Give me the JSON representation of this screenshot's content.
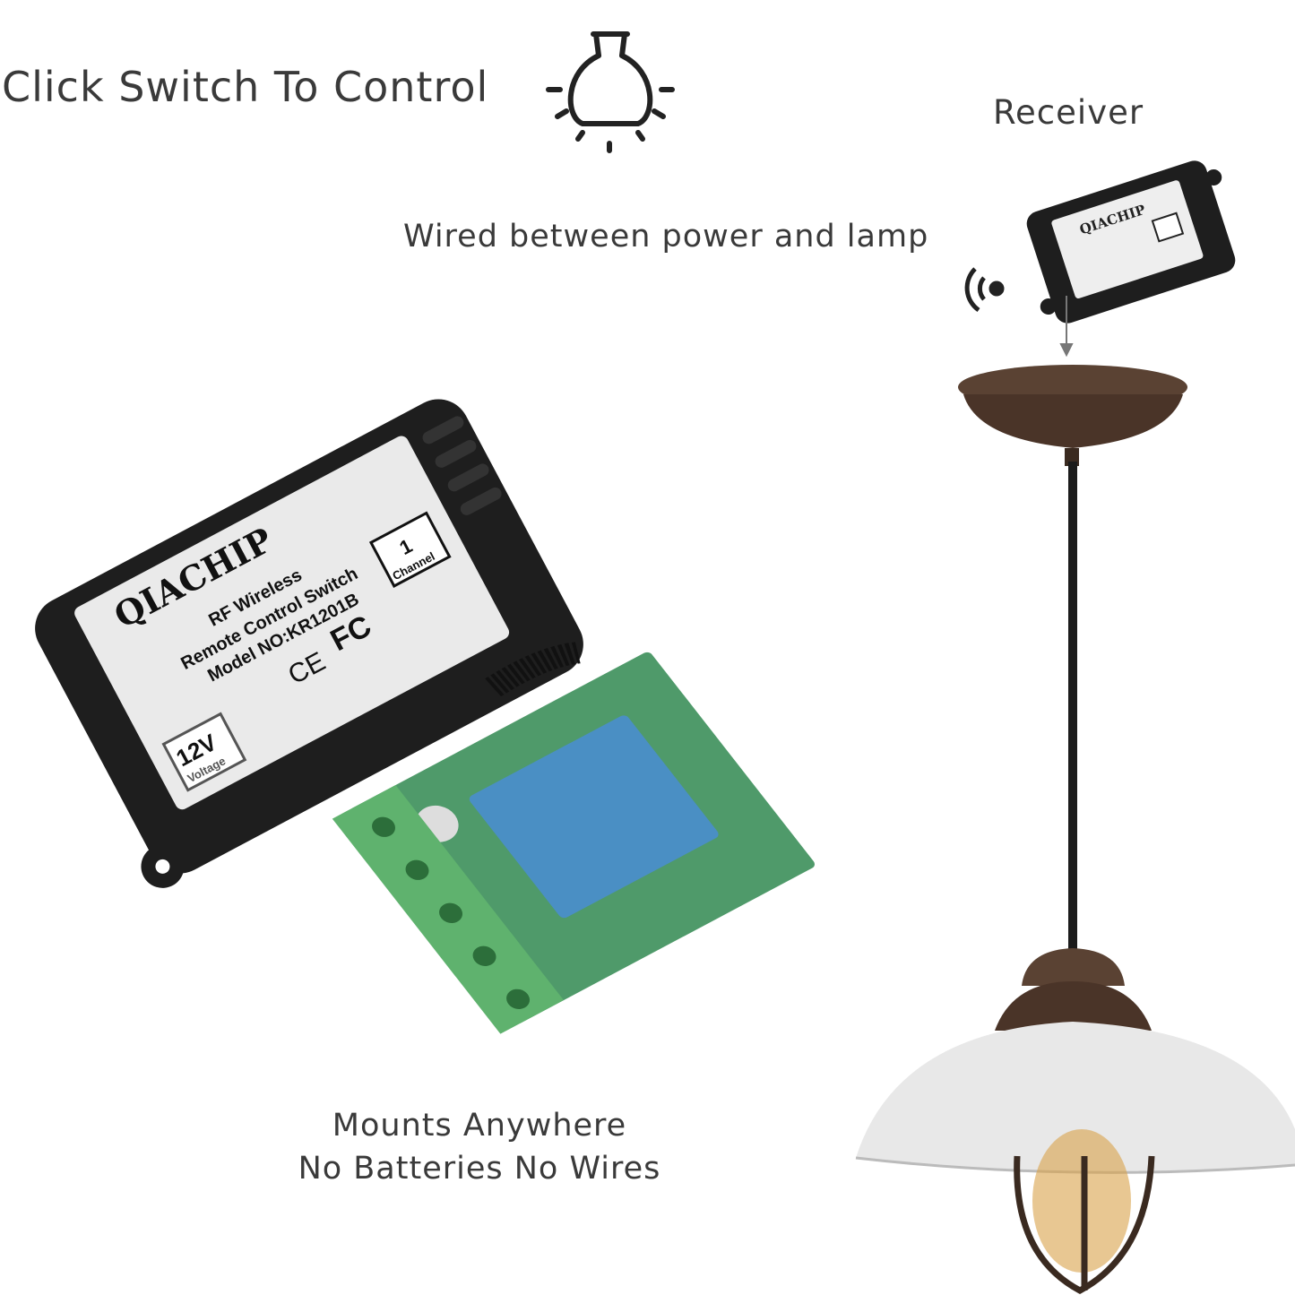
{
  "headline": "Click Switch To Control",
  "receiver_label": "Receiver",
  "wiring_note": "Wired between power and lamp",
  "feature_lines": [
    "Mounts Anywhere",
    "No Batteries No Wires"
  ],
  "product_label": {
    "brand": "QIACHIP",
    "line1": "RF Wireless",
    "line2": "Remote Control Switch",
    "model": "Model NO:KR1201B",
    "channel_number": "1",
    "channel_text": "Channel",
    "voltage_value": "12V",
    "voltage_text": "Voltage"
  },
  "icons": [
    "light-bulb-icon",
    "wireless-signal-icon",
    "arrow-down-icon"
  ],
  "colors": {
    "text": "#3a3a3a",
    "case": "#1e1e1e",
    "pcb": "#4f9a6a",
    "relay": "#4a8fc4",
    "terminal": "#5fb26e",
    "lamp": "#5a4233"
  }
}
